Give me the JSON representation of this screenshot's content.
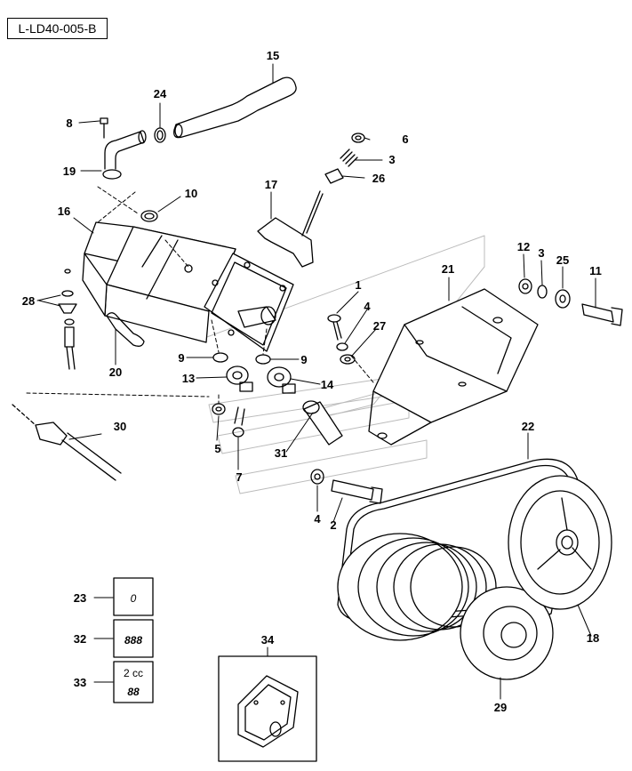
{
  "drawing_code": "L-LD40-005-B",
  "callouts": [
    "1",
    "2",
    "3",
    "4",
    "5",
    "6",
    "7",
    "8",
    "9",
    "10",
    "11",
    "12",
    "13",
    "14",
    "15",
    "16",
    "17",
    "18",
    "19",
    "20",
    "21",
    "22",
    "23",
    "24",
    "25",
    "26",
    "27",
    "28",
    "29",
    "30",
    "31",
    "32",
    "33",
    "34"
  ],
  "kit_labels": {
    "kit_23": "0",
    "kit_32": "888",
    "kit_33_top": "2 cc",
    "kit_33_bottom": "88"
  }
}
